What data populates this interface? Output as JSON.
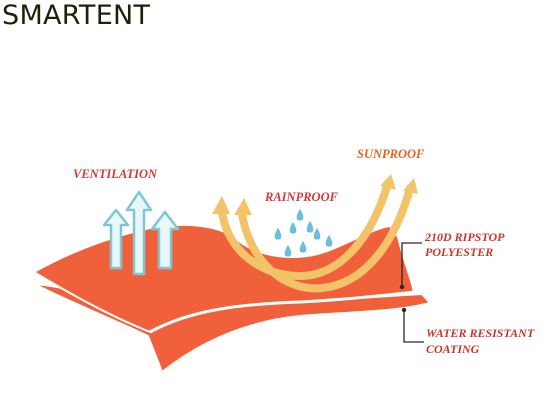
{
  "brand": "SMARTENT",
  "labels": {
    "ventilation": "VENTILATION",
    "rainproof": "RAINPROOF",
    "sunproof": "SUNPROOF",
    "top_layer_line1": "210D RIPSTOP",
    "top_layer_line2": "POLYESTER",
    "bottom_layer_line1": "WATER RESISTANT",
    "bottom_layer_line2": "COATING"
  },
  "colors": {
    "fabric": "#f0603a",
    "fabric_edge": "#ffffff",
    "vent_arrow_outline": "#7fc7d4",
    "vent_arrow_fill": "#eaf7f8",
    "sun_arrow": "#f3c36a",
    "rain_drop": "#6cbfdc",
    "label_red": "#d53a3a",
    "leader_line": "#2a2a2a",
    "brand_text": "#1c2208"
  },
  "icons": {
    "ventilation": "up-arrow-icon",
    "rain": "water-drop-icon",
    "sun": "curved-sun-arrow-icon"
  }
}
